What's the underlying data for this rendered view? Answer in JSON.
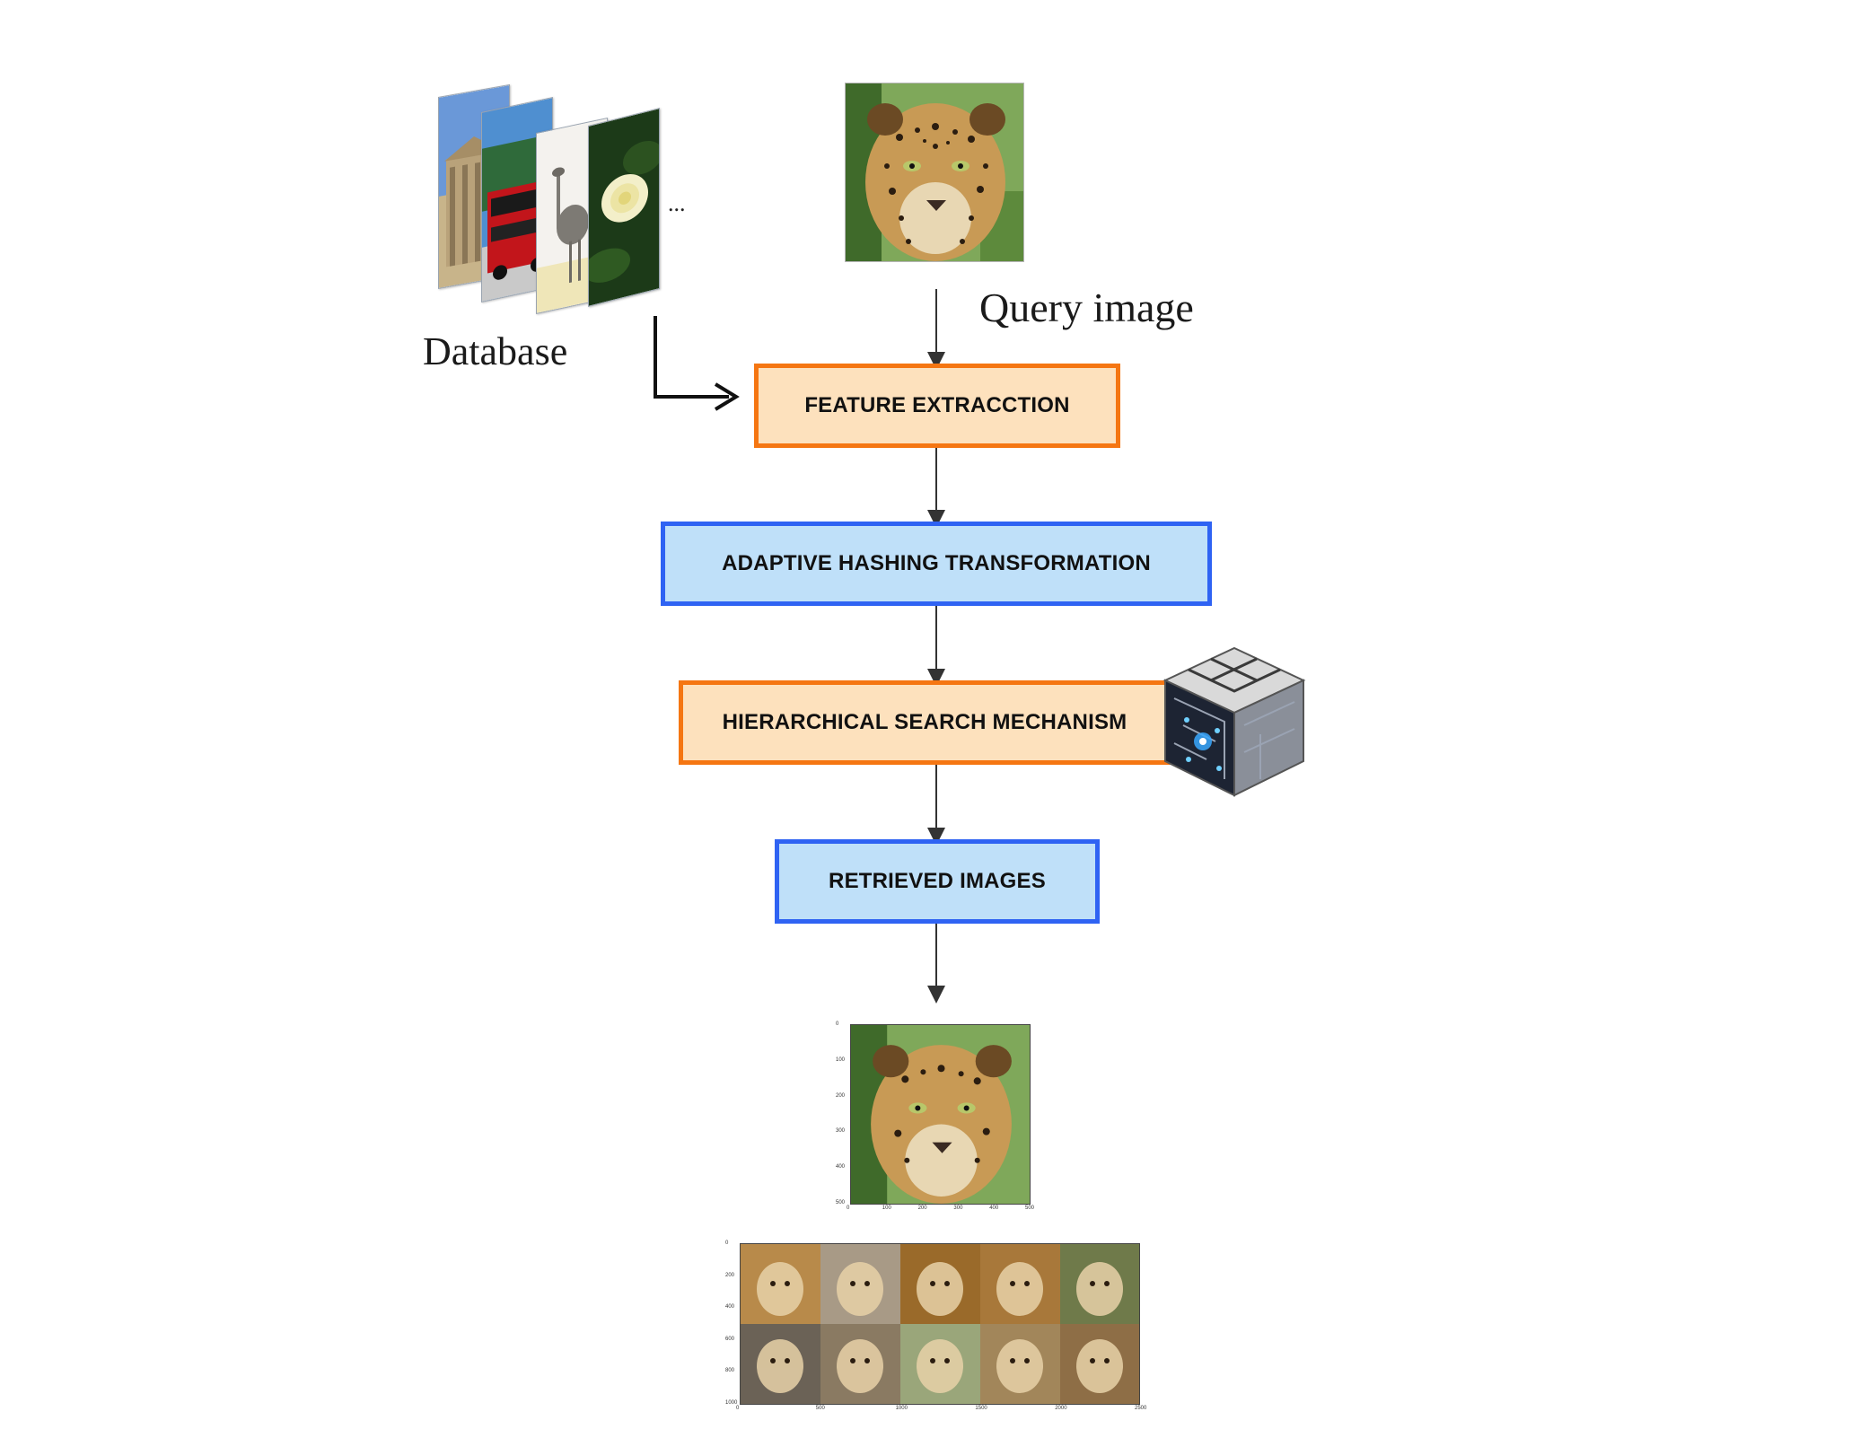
{
  "database": {
    "label": "Database",
    "ellipsis": "...",
    "thumbnails": [
      "temple-image",
      "bus-image",
      "ostrich-image",
      "rose-image"
    ]
  },
  "query": {
    "label": "Query image",
    "image": "leopard-image"
  },
  "steps": [
    {
      "label": "FEATURE EXTRACCTION",
      "color": "orange"
    },
    {
      "label": "ADAPTIVE HASHING TRANSFORMATION",
      "color": "blue"
    },
    {
      "label": "HIERARCHICAL SEARCH MECHANISM",
      "color": "orange"
    },
    {
      "label": "RETRIEVED IMAGES",
      "color": "blue"
    }
  ],
  "colors": {
    "orange_fill": "#fde1bd",
    "orange_border": "#f57612",
    "blue_fill": "#bfe0f9",
    "blue_border": "#2f63f3"
  },
  "result_plot": {
    "y_ticks": [
      "0",
      "100",
      "200",
      "300",
      "400",
      "500"
    ],
    "x_ticks": [
      "0",
      "100",
      "200",
      "300",
      "400",
      "500"
    ]
  },
  "grid_plot": {
    "y_ticks": [
      "0",
      "200",
      "400",
      "600",
      "800",
      "1000"
    ],
    "x_ticks": [
      "0",
      "500",
      "1000",
      "1500",
      "2000",
      "2500"
    ],
    "rows": 2,
    "cols": 5
  },
  "icons": {
    "cube": "circuit-cube-icon"
  }
}
